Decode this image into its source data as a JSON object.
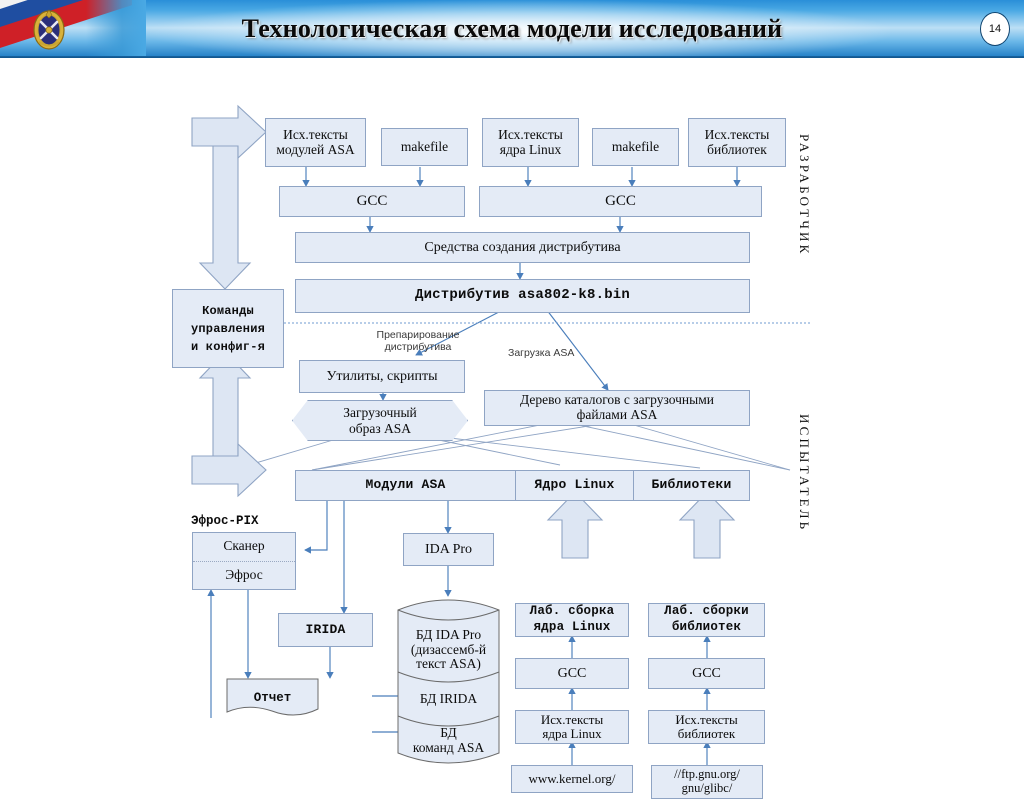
{
  "header": {
    "title": "Технологическая схема модели исследований",
    "page_number": "14",
    "emblem_name": "military-academy-emblem",
    "accent_color": "#2a8fd8",
    "title_color": "#0a0a0a"
  },
  "swimlanes": [
    {
      "label": "РАЗРАБОТЧИК"
    },
    {
      "label": "ИСПЫТАТЕЛЬ"
    }
  ],
  "nodes": {
    "src_modules_asa": "Исх.тексты\nмодулей ASA",
    "makefile_1": "makefile",
    "src_kernel_linux": "Исх.тексты\nядра Linux",
    "makefile_2": "makefile",
    "src_libraries": "Исх.тексты\nбиблиотек",
    "gcc_left": "GCC",
    "gcc_right": "GCC",
    "distr_tools": "Средства создания дистрибутива",
    "distributive": "Дистрибутив asa802-k8.bin",
    "commands": "Команды\nуправления\nи конфиг-я",
    "utilities": "Утилиты, скрипты",
    "boot_image": "Загрузочный\nобраз ASA",
    "catalog_tree": "Дерево каталогов с загрузочными\nфайлами ASA",
    "modules_asa": "Модули ASA",
    "kernel_linux": "Ядро Linux",
    "libraries": "Библиотеки",
    "efros_pix_label": "Эфрос-PIX",
    "scanner": "Сканер",
    "efros": "Эфрос",
    "irida": "IRIDA",
    "report": "Отчет",
    "ida_pro": "IDA Pro",
    "db_ida_pro": "БД IDA Pro\n(дизассемб-й\nтекст ASA)",
    "db_irida": "БД IRIDA",
    "db_commands_asa": "БД\nкоманд ASA",
    "lab_build_kernel": "Лаб. сборка\nядра Linux",
    "lab_build_libs": "Лаб. сборки\nбиблиотек",
    "gcc_lab_kernel": "GCC",
    "gcc_lab_libs": "GCC",
    "src_kernel_linux_2": "Исх.тексты\nядра Linux",
    "src_libraries_2": "Исх.тексты\nбиблиотек",
    "url_kernel": "www.kernel.org/",
    "url_glibc": "//ftp.gnu.org/\ngnu/glibc/"
  },
  "edge_labels": {
    "prep_distr": "Препарирование\nдистрибутива",
    "load_asa": "Загрузка ASA"
  },
  "style": {
    "node_fill": "#e4ebf6",
    "node_stroke": "#8fa4c4",
    "wire_color": "#4a7ebb",
    "thin_wire_color": "#8fa4c4",
    "block_arrow_fill": "#dde6f3",
    "block_arrow_stroke": "#8fa4c4",
    "lane_divider": "#6f9bd1"
  }
}
